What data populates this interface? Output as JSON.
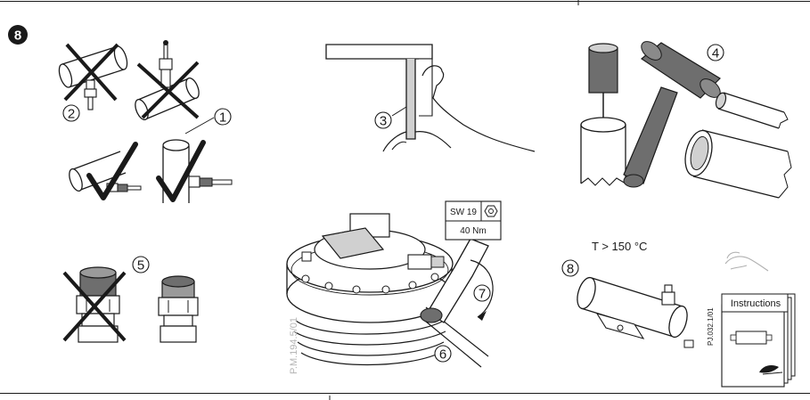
{
  "page": {
    "step_number": "8"
  },
  "callouts": {
    "c1": "1",
    "c2": "2",
    "c3": "3",
    "c4": "4",
    "c5": "5",
    "c6": "6",
    "c7": "7",
    "c8": "8"
  },
  "wrench_spec": {
    "size": "SW 19",
    "torque": "40 Nm",
    "icon": "hex-nut-icon"
  },
  "temperature_label": "T > 150 °C",
  "instructions_booklet": {
    "title": "Instructions",
    "code": "PJ.032.1/01",
    "brand_logo": "danfoss-logo"
  },
  "figure_code": "P.M.194.5/01",
  "colors": {
    "ink": "#1a1a1a",
    "grey_fill": "#6e6e6e",
    "light_grey": "#d0d0d0",
    "code_text": "#b5b5b5"
  }
}
